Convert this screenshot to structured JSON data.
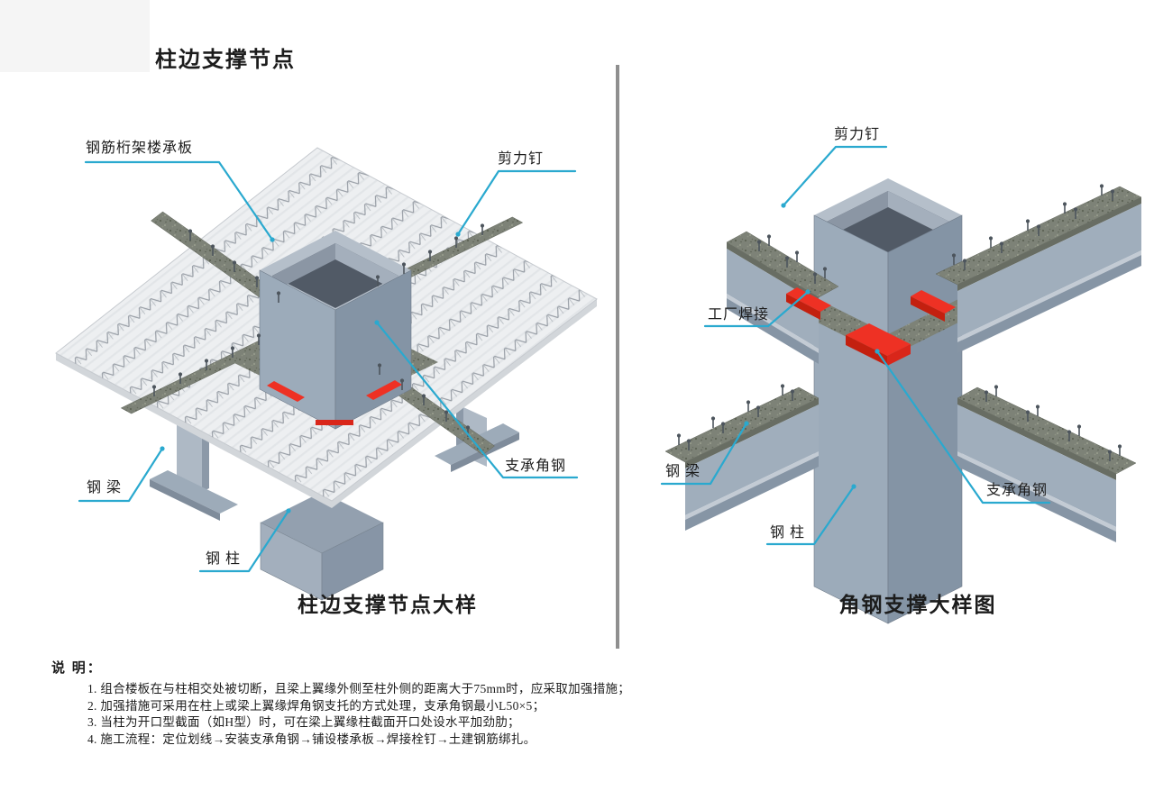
{
  "page": {
    "title": "柱边支撑节点"
  },
  "left_diagram": {
    "caption": "柱边支撑节点大样",
    "labels": {
      "deck": "钢筋桁架楼承板",
      "shear_stud": "剪力钉",
      "support_angle": "支承角钢",
      "steel_beam": "钢 梁",
      "steel_column": "钢 柱"
    }
  },
  "right_diagram": {
    "caption": "角钢支撑大样图",
    "labels": {
      "shear_stud": "剪力钉",
      "factory_weld": "工厂焊接",
      "steel_beam": "钢 梁",
      "support_angle": "支承角钢",
      "steel_column": "钢 柱"
    }
  },
  "notes": {
    "heading": "说 明：",
    "items": [
      "1. 组合楼板在与柱相交处被切断，且梁上翼缘外侧至柱外侧的距离大于75mm时，应采取加强措施；",
      "2. 加强措施可采用在柱上或梁上翼缘焊角钢支托的方式处理，支承角钢最小L50×5；",
      "3. 当柱为开口型截面（如H型）时，可在梁上翼缘柱截面开口处设水平加劲肋；",
      "4. 施工流程：定位划线→安装支承角钢→铺设楼承板→焊接栓钉→土建钢筋绑扎。"
    ]
  },
  "colors": {
    "leader_line": "#2aa9cf",
    "weld_highlight": "#ee3124",
    "steel_light": "#9cabba",
    "steel_dark": "#8494a5",
    "concrete_speckle": "#7d8277",
    "divider": "#8f8f8f"
  }
}
